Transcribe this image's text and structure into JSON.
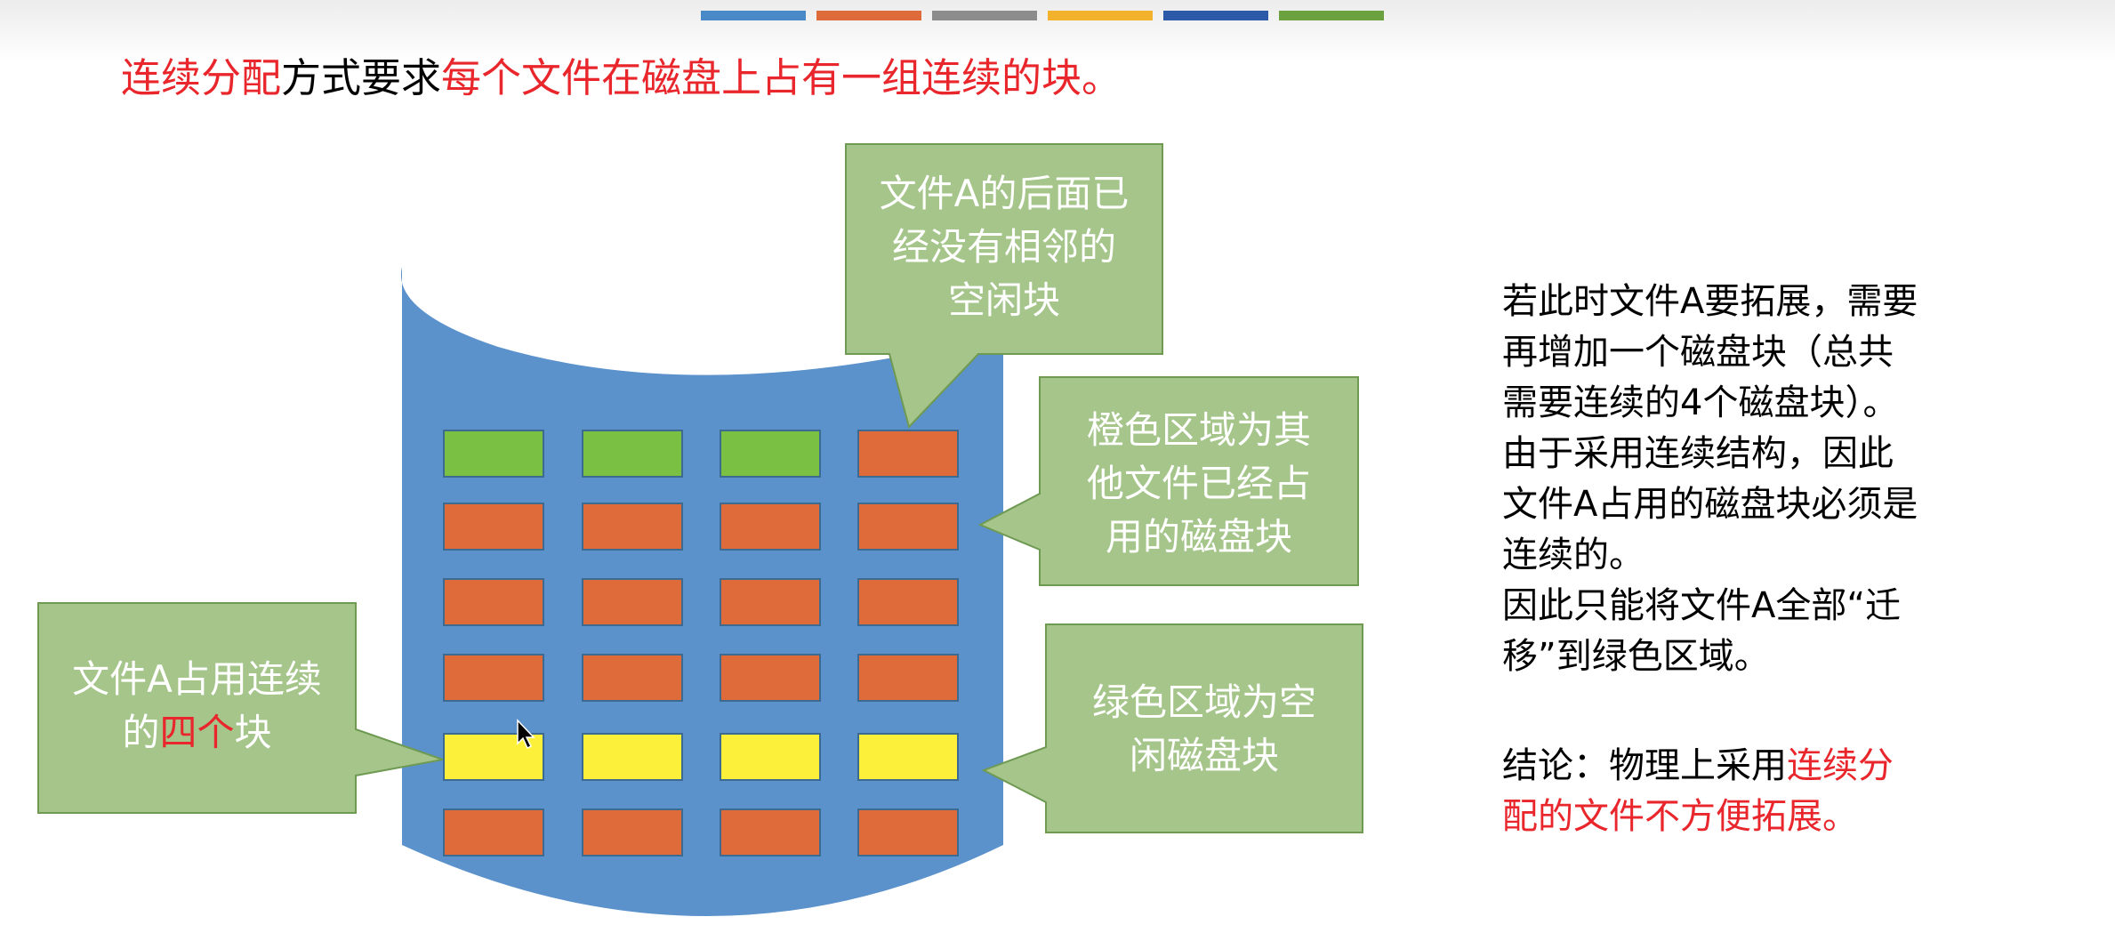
{
  "deco_colors": [
    "#4a89c8",
    "#e06b3a",
    "#8c8c8c",
    "#f2b22b",
    "#2c59a8",
    "#6ca140"
  ],
  "title": {
    "part1": "连续分配",
    "part2": "方式要求",
    "part3": "每个文件在磁盘上占有一组连续的块。"
  },
  "colors": {
    "disk": "#5b92cc",
    "free": "#7ac143",
    "occupied": "#e06b3a",
    "file_a": "#fdf03a",
    "callout": "#a5c58b",
    "accent_red": "#e8262b"
  },
  "grid": {
    "rows": [
      [
        "free",
        "free",
        "free",
        "occupied"
      ],
      [
        "occupied",
        "occupied",
        "occupied",
        "occupied"
      ],
      [
        "occupied",
        "occupied",
        "occupied",
        "occupied"
      ],
      [
        "occupied",
        "occupied",
        "occupied",
        "occupied"
      ],
      [
        "file_a",
        "file_a",
        "file_a",
        "file_a"
      ],
      [
        "occupied",
        "occupied",
        "occupied",
        "occupied"
      ]
    ]
  },
  "callouts": {
    "top": {
      "line1": "文件A的后面已",
      "line2": "经没有相邻的",
      "line3": "空闲块"
    },
    "orange": {
      "line1": "橙色区域为其",
      "line2": "他文件已经占",
      "line3": "用的磁盘块"
    },
    "green": {
      "line1": "绿色区域为空",
      "line2": "闲磁盘块"
    },
    "left": {
      "line1": "文件A占用连续",
      "line2_pre": "的",
      "line2_red": "四个",
      "line2_post": "块"
    }
  },
  "side_text": {
    "lines": [
      "若此时文件A要拓展，需要",
      "再增加一个磁盘块（总共",
      "需要连续的4个磁盘块）。",
      "由于采用连续结构，因此",
      "文件A占用的磁盘块必须是",
      "连续的。",
      "因此只能将文件A全部“迁",
      "移”到绿色区域。"
    ],
    "conclusion_pre": "结论：物理上采用",
    "conclusion_red1": "连续分",
    "conclusion_red2": "配的文件不方便拓展。"
  }
}
